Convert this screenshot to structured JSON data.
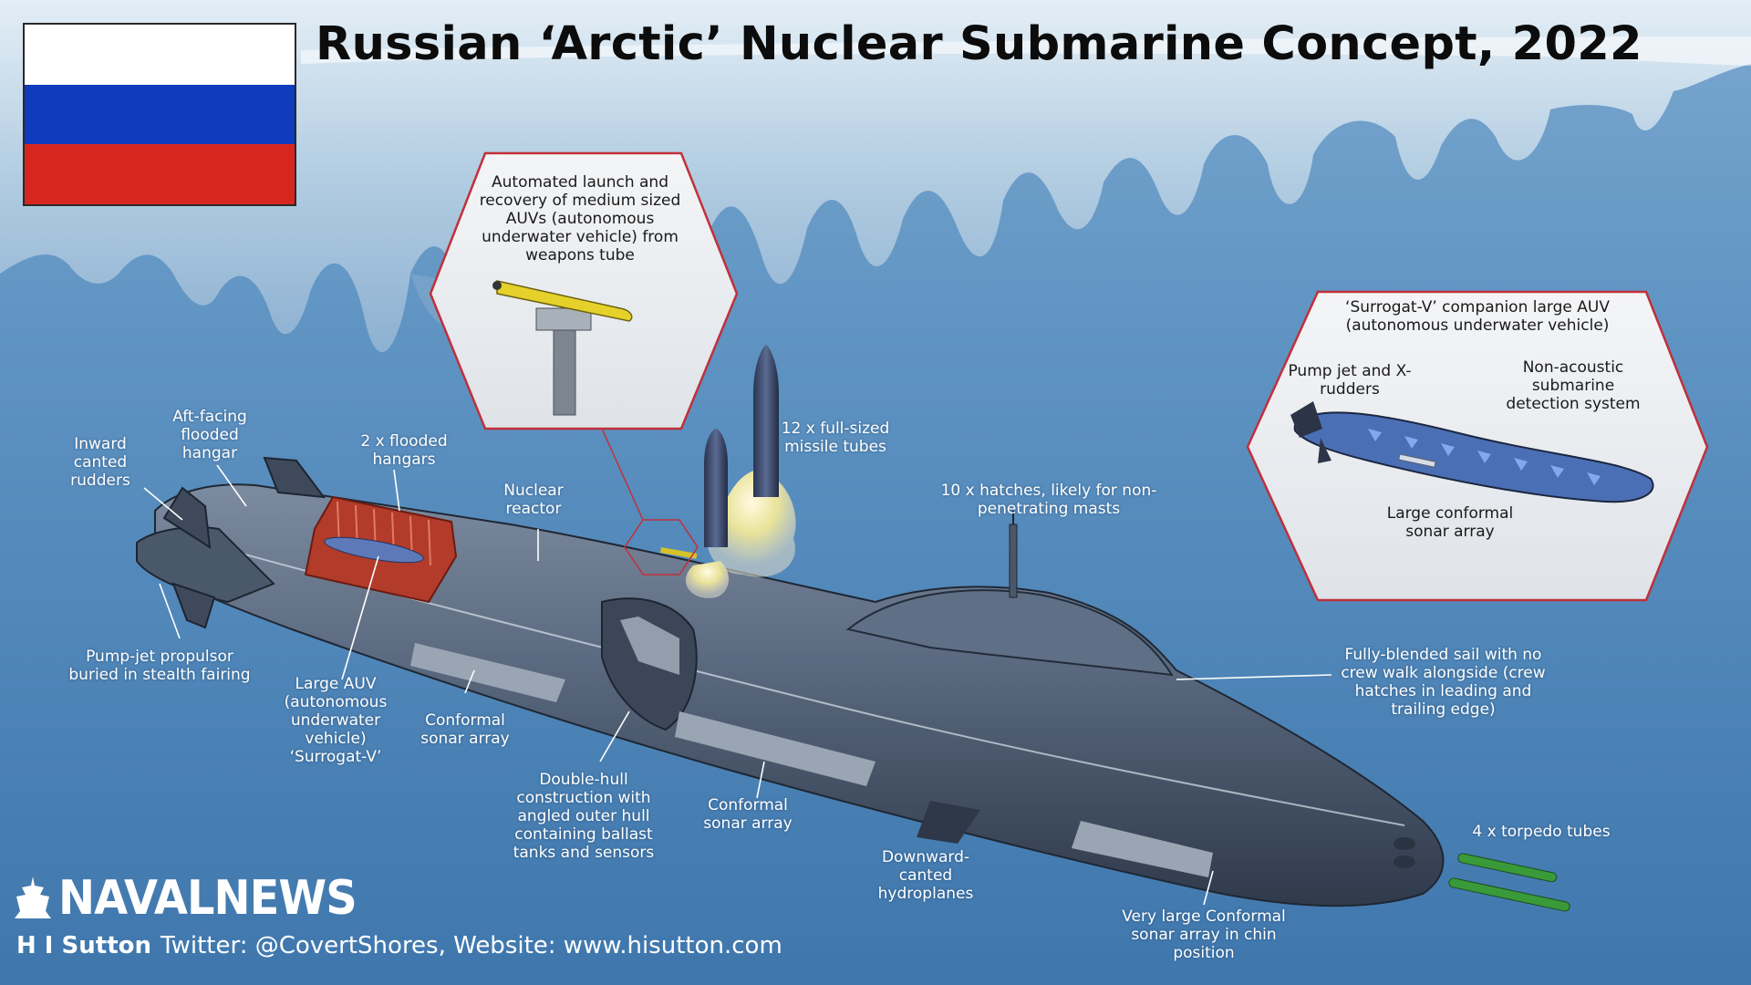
{
  "title": "Russian ‘Arctic’ Nuclear Submarine Concept, 2022",
  "flag_colors": [
    "#ffffff",
    "#0f3bbd",
    "#d7261e"
  ],
  "logo": {
    "icon": "ship-icon",
    "text": "NAVALNEWS"
  },
  "credit": {
    "author": "H I Sutton",
    "rest": "Twitter: @CovertShores, Website: www.hisutton.com"
  },
  "callouts": {
    "launch": "Automated launch and\nrecovery of medium sized\nAUVs (autonomous\nunderwater vehicle) from\nweapons tube",
    "surrogat_title": "‘Surrogat-V’ companion large AUV\n(autonomous underwater vehicle)",
    "pump_x": "Pump jet and X-\nrudders",
    "nonacoustic": "Non-acoustic\nsubmarine\ndetection system",
    "large_conformal": "Large conformal\nsonar array"
  },
  "labels": {
    "inward": "Inward\ncanted\nrudders",
    "aft": "Aft-facing\nflooded\nhangar",
    "flooded": "2 x flooded\nhangars",
    "reactor": "Nuclear\nreactor",
    "missile": "12 x full-sized\nmissile tubes",
    "hatches": "10 x hatches, likely for non-\npenetrating masts",
    "pumpjet": "Pump-jet propulsor\nburied in stealth fairing",
    "auv": "Large AUV\n(autonomous\nunderwater\nvehicle)\n‘Surrogat-V’",
    "conformal1": "Conformal\nsonar array",
    "doublehull": "Double-hull\nconstruction with\nangled outer hull\ncontaining ballast\ntanks and sensors",
    "conformal2": "Conformal\nsonar array",
    "hydroplanes": "Downward-\ncanted\nhydroplanes",
    "sail": "Fully-blended sail with no\ncrew walk alongside (crew\nhatches in leading and\ntrailing edge)",
    "torpedo": "4 x torpedo tubes",
    "chin": "Very large Conformal\nsonar array in chin\nposition"
  },
  "colors": {
    "water": "#4f86b8",
    "hull": "#56657a",
    "accent": "#c0392b",
    "hex_border": "#c0303a"
  }
}
